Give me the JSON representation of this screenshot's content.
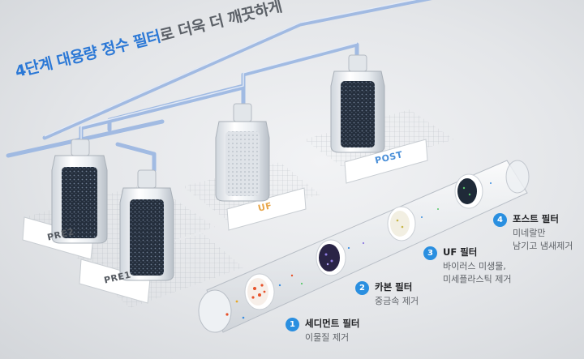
{
  "headline": {
    "highlight": "4단계 대용량 정수 필터",
    "rest": "로 더욱 더 깨끗하게"
  },
  "filter_tags": {
    "pre2": "PRE2",
    "pre1": "PRE1",
    "uf": "UF",
    "post": "POST"
  },
  "steps": [
    {
      "number": "1",
      "title": "세디먼트 필터",
      "desc": [
        "이물질 제거"
      ]
    },
    {
      "number": "2",
      "title": "카본 필터",
      "desc": [
        "중금속 제거"
      ]
    },
    {
      "number": "3",
      "title": "UF 필터",
      "desc": [
        "바이러스 미생물,",
        "미세플라스틱 제거"
      ]
    },
    {
      "number": "4",
      "title": "포스트 필터",
      "desc": [
        "미네랄만",
        "남기고 냄새제거"
      ]
    }
  ],
  "colors": {
    "accent": "#2b78d6",
    "badge": "#2a8fe0",
    "pipe": "#9ab6e2",
    "uf_tag": "#e8a64a",
    "post_tag": "#4a8fd8"
  }
}
